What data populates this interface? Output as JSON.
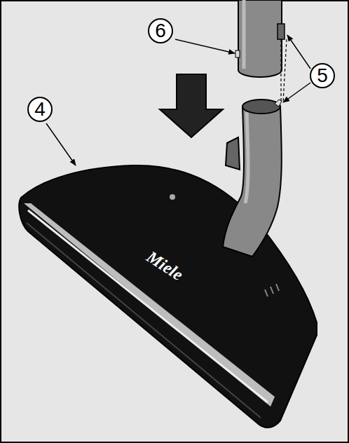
{
  "diagram": {
    "labels": [
      "6",
      "5",
      "4",
      "Miele"
    ]
  }
}
